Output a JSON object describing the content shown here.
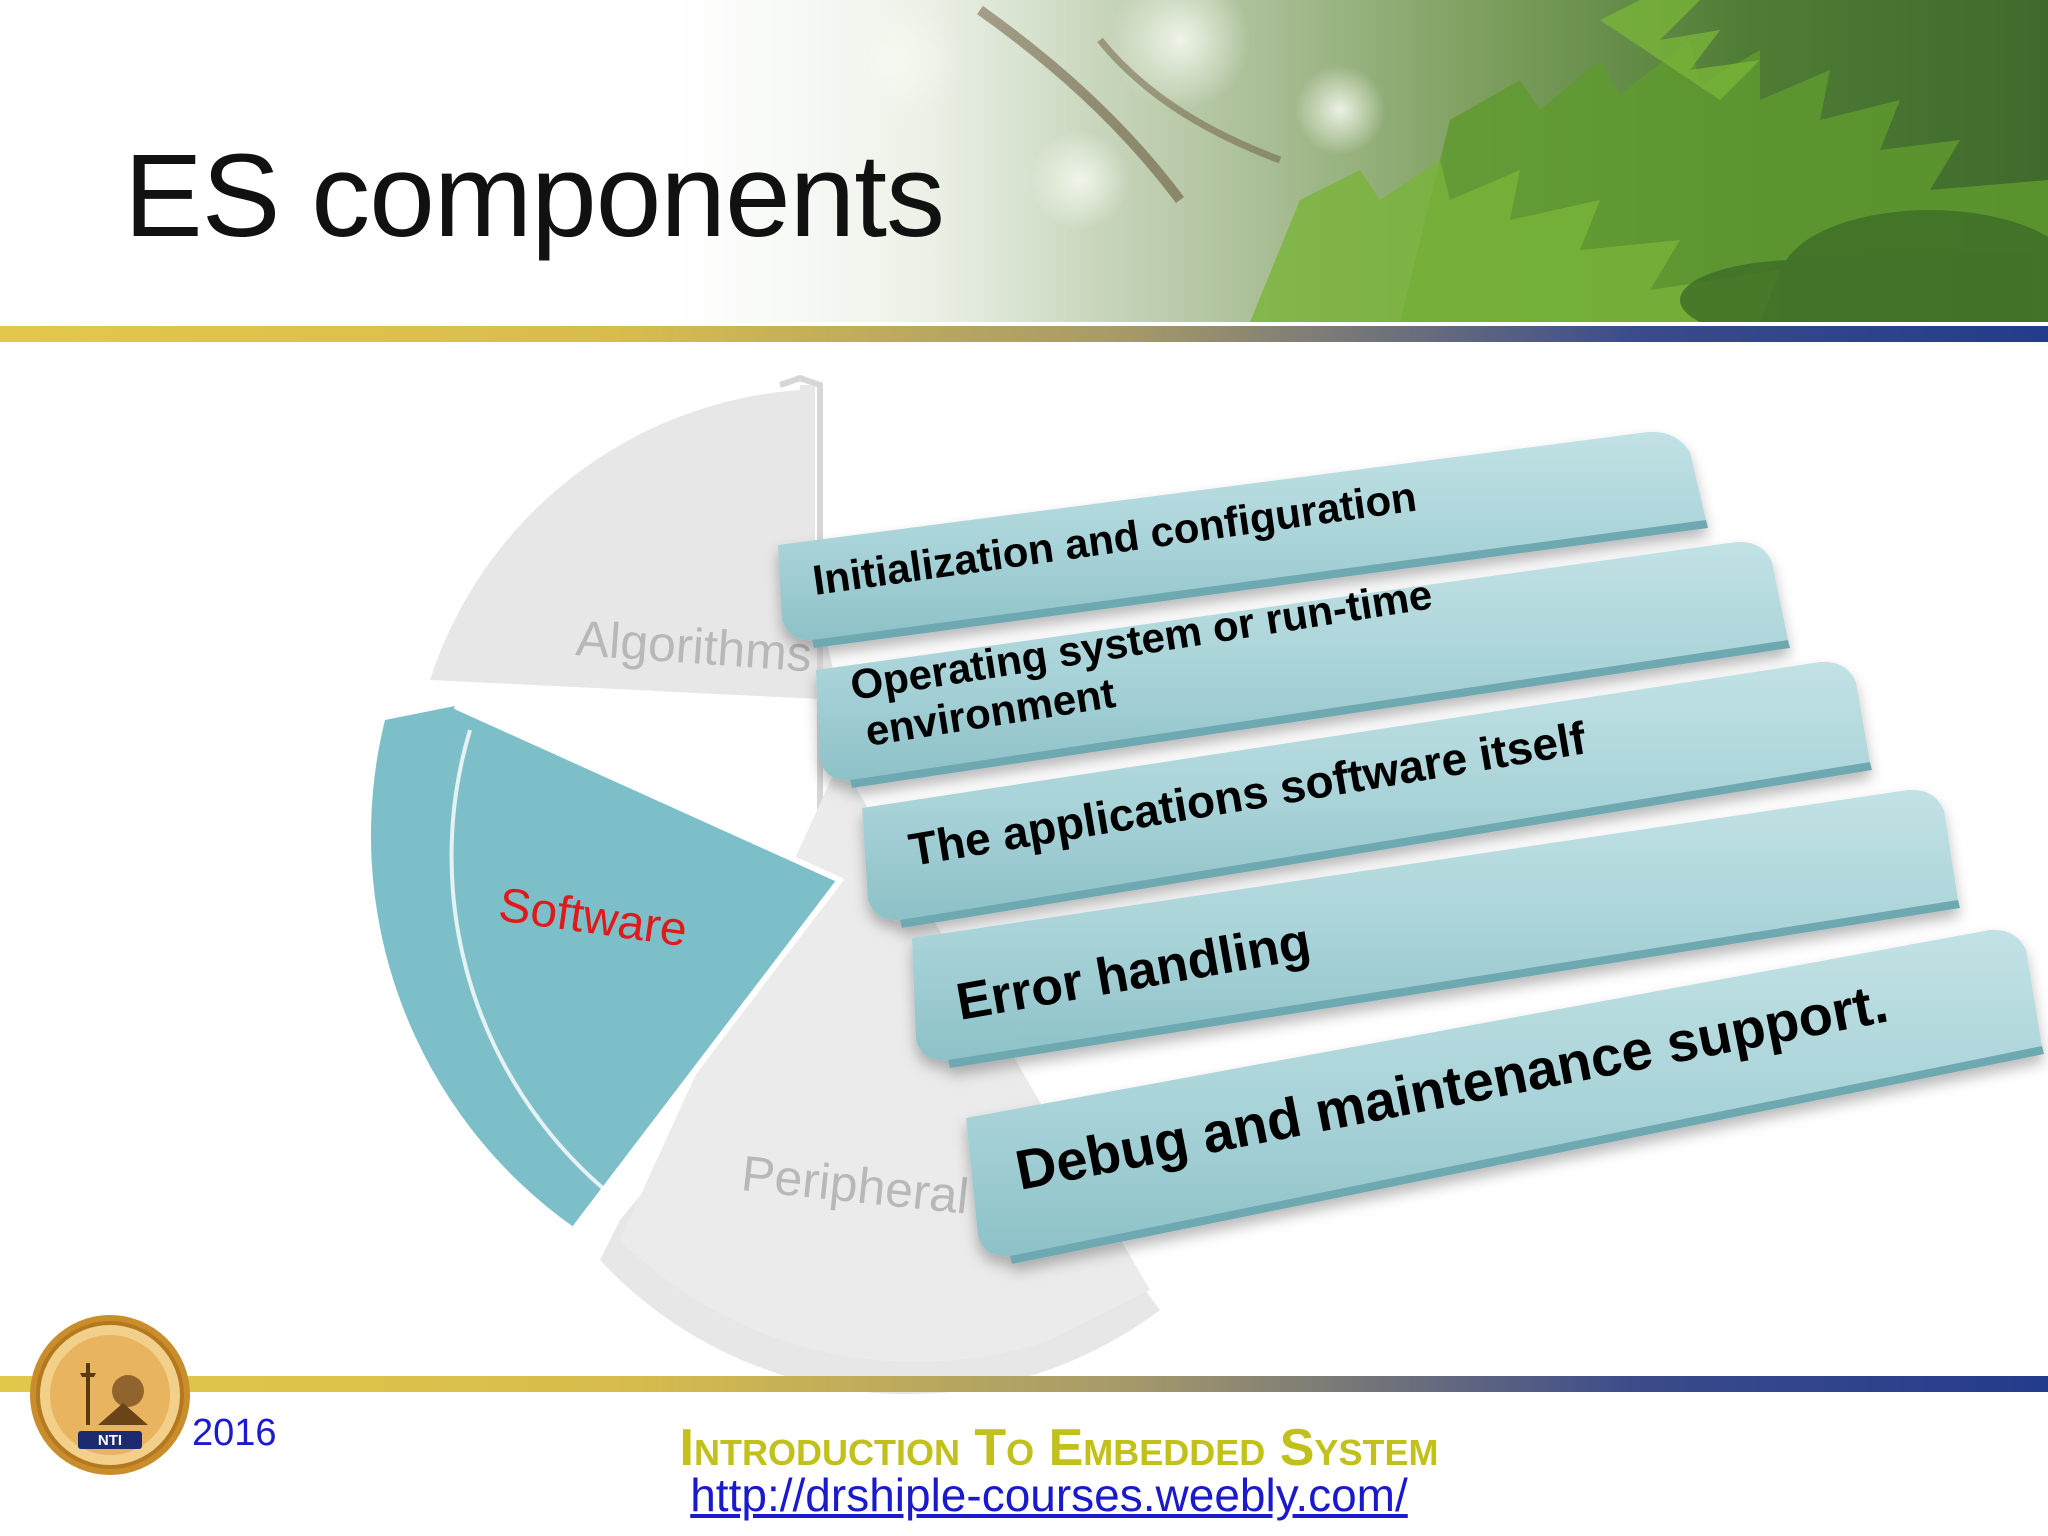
{
  "slide": {
    "title": "ES components"
  },
  "diagram": {
    "center_segment": "Software",
    "segments": [
      "Algorithms",
      "Peripheral"
    ],
    "items": [
      {
        "label": "Initialization and configuration"
      },
      {
        "label_line1": "Operating system or run-time",
        "label_line2": "environment"
      },
      {
        "label": "The applications software itself"
      },
      {
        "label": "Error handling"
      },
      {
        "label": "Debug and maintenance support."
      }
    ]
  },
  "footer": {
    "year": "2016",
    "course_title": "Introduction To Embedded System",
    "url": "http://drshiple-courses.weebly.com/",
    "logo_text": "NTI"
  },
  "colors": {
    "teal": "#7dbfc8",
    "teal_light": "#a8d4d8",
    "segment_gray": "#e6e6e6",
    "software_text": "#e01a1a",
    "rule_gold": "#d8bd4c",
    "rule_navy": "#243c8c",
    "footer_title": "#c2c01a",
    "footer_link": "#1a1acc"
  }
}
